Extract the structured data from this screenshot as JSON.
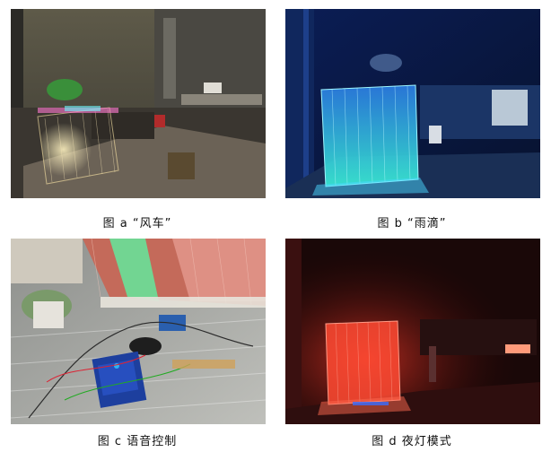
{
  "figures": [
    {
      "caption": "图 a “风车”",
      "scene": "windmill"
    },
    {
      "caption": "图 b “雨滴”",
      "scene": "raindrop"
    },
    {
      "caption": "图 c 语音控制",
      "scene": "voice-control"
    },
    {
      "caption": "图 d 夜灯模式",
      "scene": "night-light"
    }
  ],
  "colors": {
    "windmill_glow": "#ffe9a8",
    "raindrop_glow": "#38e8e0",
    "night_glow": "#ff3b2a",
    "board_blue": "#1d3f9e"
  }
}
